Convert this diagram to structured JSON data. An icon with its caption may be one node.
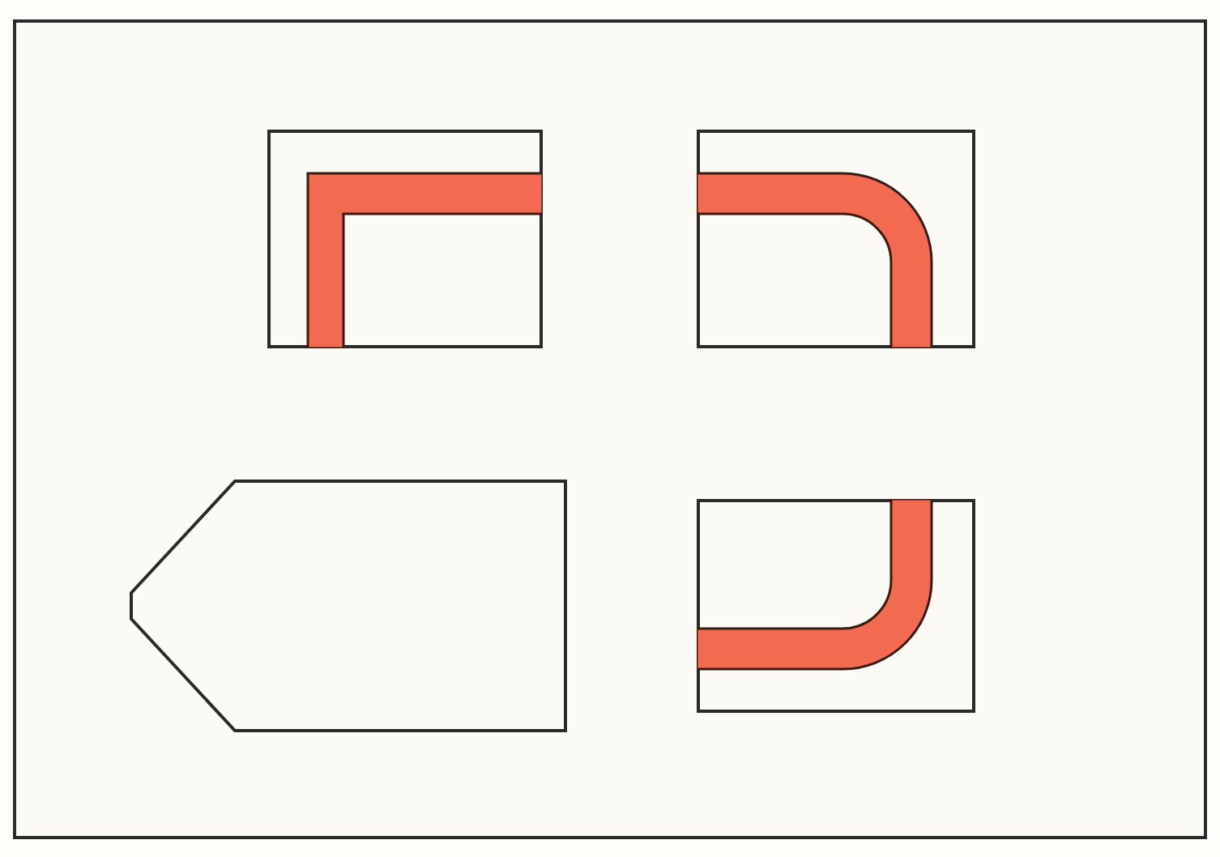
{
  "diagram": {
    "nodes": [
      {
        "text": [],
        "shape": "box"
      },
      {
        "text": [],
        "shape": "box",
        "in": 0
      },
      {
        "text": [],
        "shape": "box",
        "in": 0
      },
      {
        "text": [],
        "shape": "pentagon",
        "in": 0
      },
      {
        "text": [],
        "shape": "box",
        "in": 0
      }
    ],
    "edges": []
  }
}
